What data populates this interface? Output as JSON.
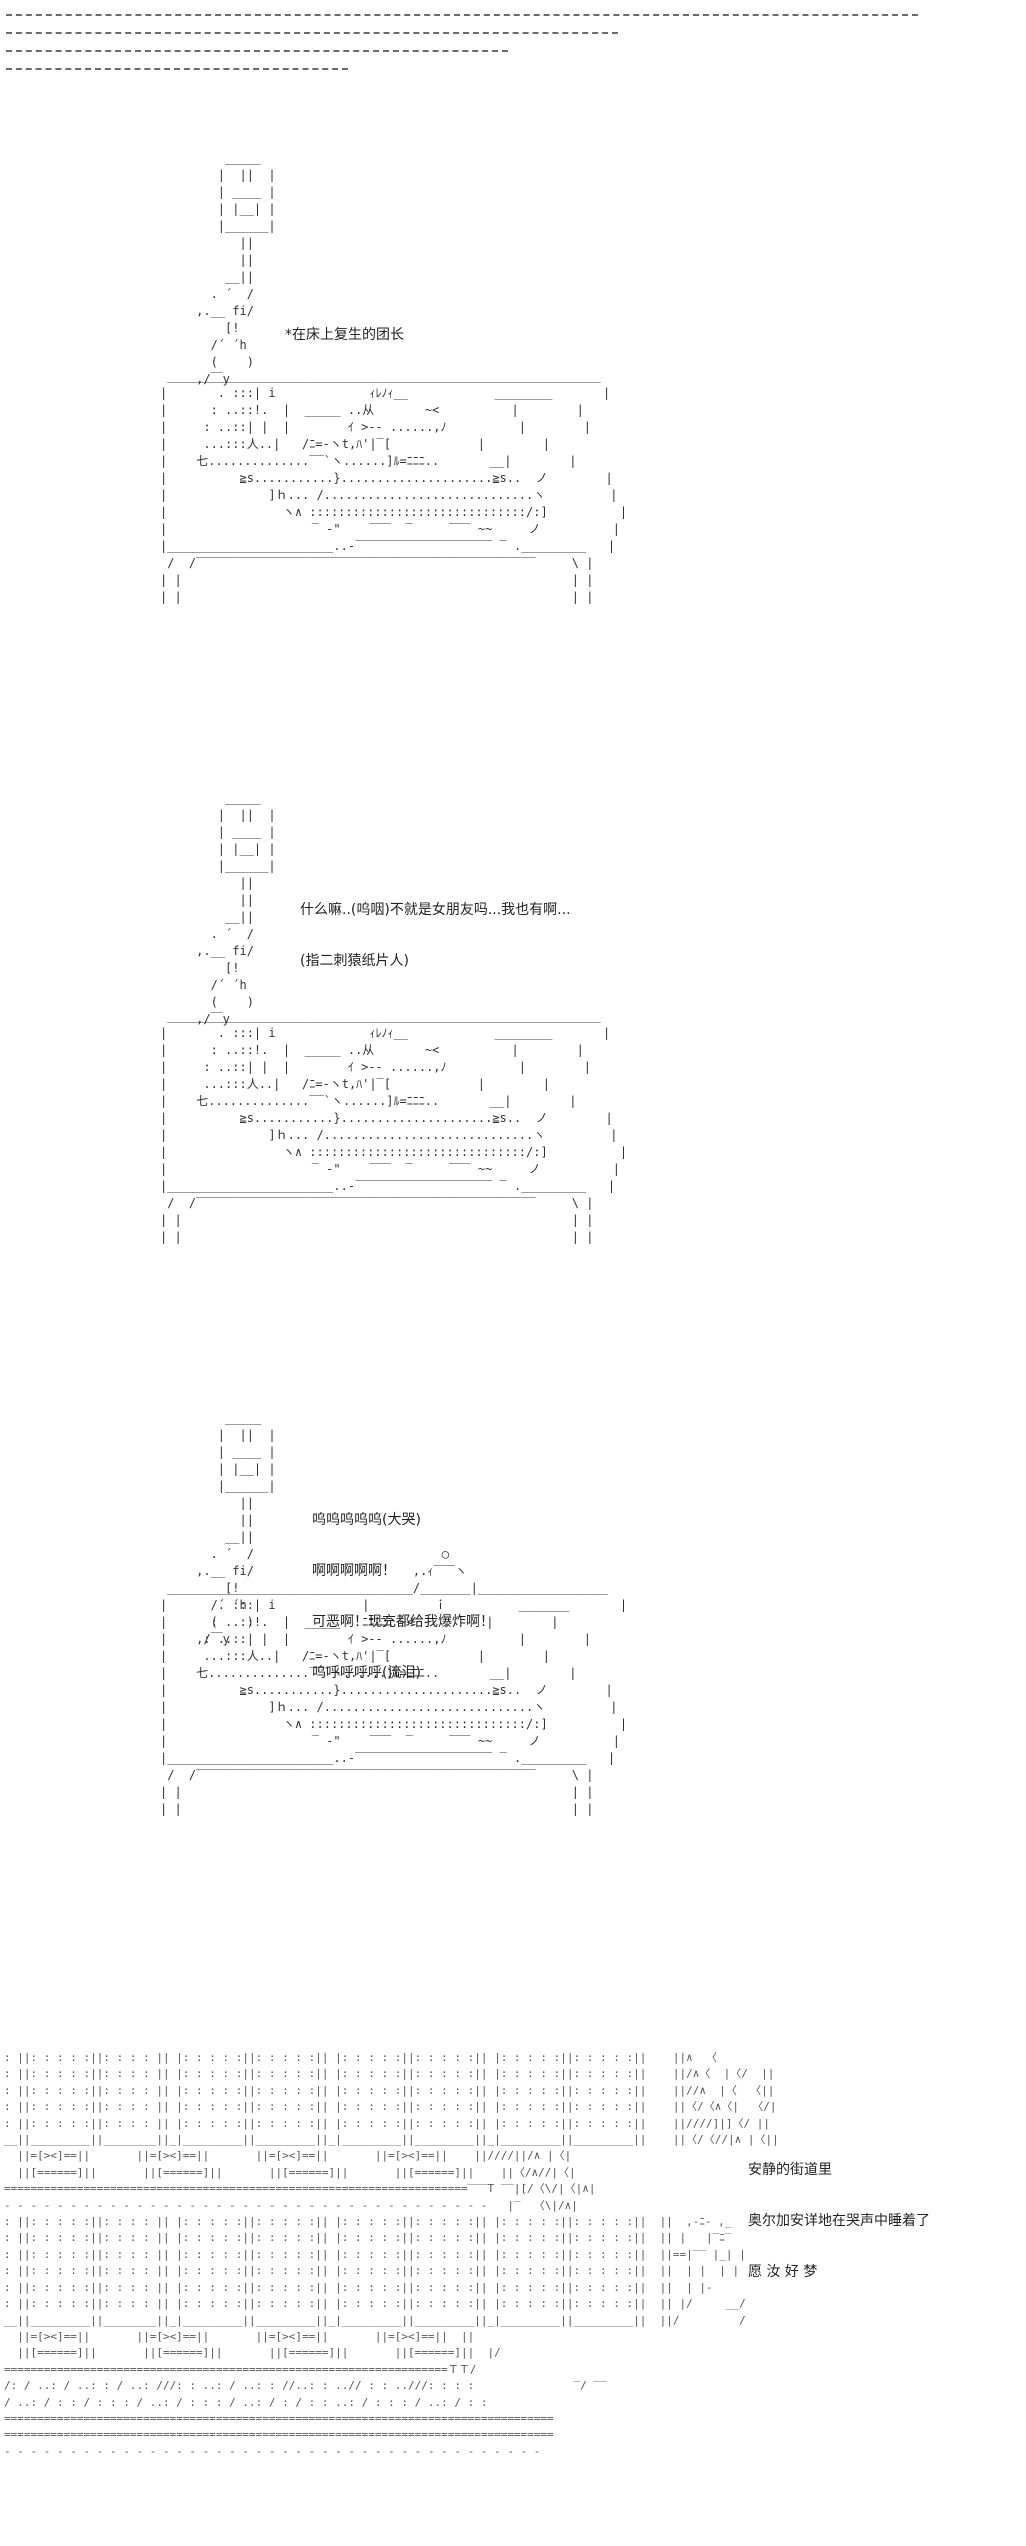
{
  "panels": [
    {
      "caption_lines": [
        "*在床上复生的团长"
      ]
    },
    {
      "caption_lines": [
        "什么嘛..(呜咽)不就是女朋友吗...我也有啊...",
        "(指二刺猿纸片人)"
      ]
    },
    {
      "caption_lines": [
        "呜呜呜呜呜(大哭)",
        "啊啊啊啊啊！",
        "可恶啊！现充都给我爆炸啊！",
        "呜呼呼呼呼(流泪)"
      ]
    },
    {
      "caption_lines": [
        "安静的街道里",
        "奥尔加安详地在哭声中睡着了",
        "愿 汝 好 梦"
      ]
    }
  ]
}
